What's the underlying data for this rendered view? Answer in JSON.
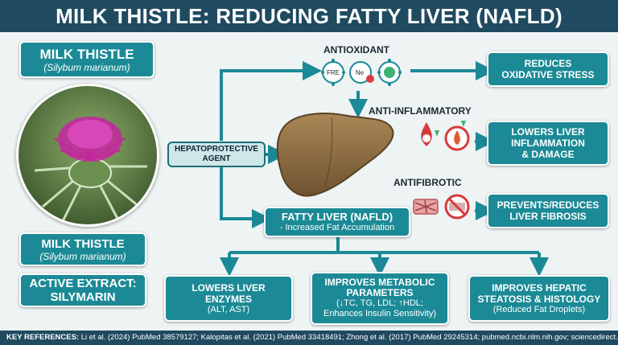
{
  "title": "MILK THISTLE: REDUCING FATTY LIVER (NAFLD)",
  "left": {
    "top_box": {
      "name": "MILK THISTLE",
      "latin": "(Silybum marianum)"
    },
    "bottom_box": {
      "name": "MILK THISTLE",
      "latin": "(Silybum marianum)"
    },
    "extract_box": {
      "line1": "ACTIVE EXTRACT:",
      "line2": "SILYMARIN"
    }
  },
  "center": {
    "agent_label": "HEPATOPROTECTIVE AGENT",
    "antioxidant_label": "ANTIOXIDANT",
    "anti_inflammatory_label": "ANTI-INFLAMMATORY",
    "antifibrotic_label": "ANTIFIBROTIC",
    "fre_text": "FRE",
    "ne_text": "Ne",
    "fatty_liver": {
      "title": "FATTY LIVER (NAFLD)",
      "subtitle": "- Increased Fat Accumulation"
    }
  },
  "right": {
    "oxidative": {
      "line1": "REDUCES",
      "line2": "OXIDATIVE STRESS"
    },
    "inflammation": {
      "line1": "LOWERS LIVER",
      "line2": "INFLAMMATION",
      "line3": "& DAMAGE"
    },
    "fibrosis": {
      "line1": "PREVENTS/REDUCES",
      "line2": "LIVER FIBROSIS"
    }
  },
  "bottom": {
    "enzymes": {
      "line1": "LOWERS LIVER",
      "line2": "ENZYMES",
      "detail": "(ALT, AST)"
    },
    "metabolic": {
      "line1": "IMPROVES METABOLIC",
      "line2": "PARAMETERS",
      "detail1": "(↓TC, TG, LDL; ↑HDL;",
      "detail2": "Enhances Insulin Sensitivity)"
    },
    "steatosis": {
      "line1": "IMPROVES HEPATIC",
      "line2": "STEATOSIS & HISTOLOGY",
      "detail": "(Reduced Fat Droplets)"
    }
  },
  "footer": {
    "label": "KEY REFERENCES:",
    "text": "Li et al. (2024) PubMed 38579127; Kalopitas et al. (2021) PubMed 33418491; Zhong et al. (2017) PubMed 29245314; pubmed.ncbi.nlm.nih.gov; sciencedirect.com"
  },
  "colors": {
    "title_bar": "#1f4a60",
    "teal_box": "#1b8a96",
    "background": "#eef3f4",
    "liver": "#8a6a3a"
  }
}
